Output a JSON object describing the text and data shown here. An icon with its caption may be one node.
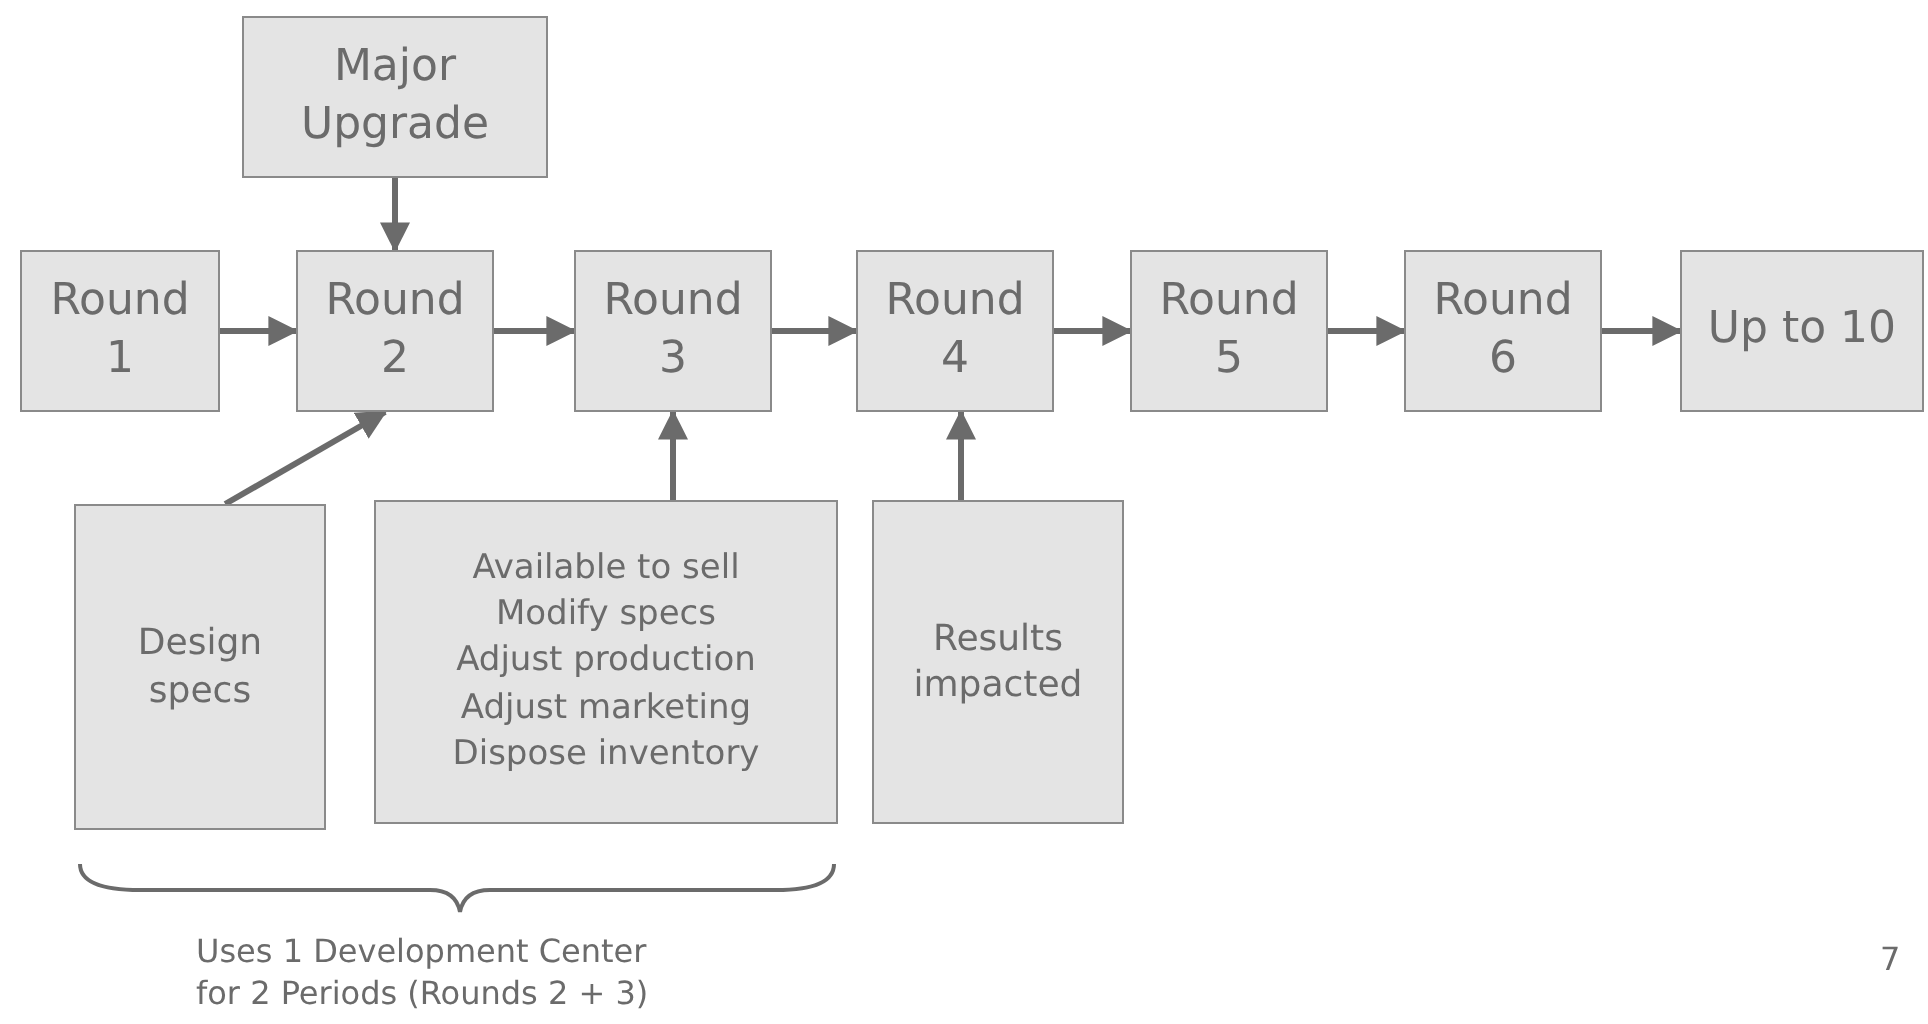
{
  "diagram": {
    "nodes": [
      {
        "text": [
          "Major Upgrade"
        ]
      },
      {
        "text": [
          "Round 1"
        ]
      },
      {
        "text": [
          "Round 2"
        ]
      },
      {
        "text": [
          "Round 3"
        ]
      },
      {
        "text": [
          "Round 4"
        ]
      },
      {
        "text": [
          "Round 5"
        ]
      },
      {
        "text": [
          "Round 6"
        ]
      },
      {
        "text": [
          "Up to 10"
        ]
      },
      {
        "text": [
          "Design specs"
        ]
      },
      {
        "text": [
          "Available to sell",
          "Modify specs",
          "Adjust production",
          "Adjust marketing",
          "Dispose inventory"
        ]
      },
      {
        "text": [
          "Results impacted"
        ]
      }
    ],
    "edges": [
      {
        "from": 1,
        "to": 2,
        "arrow": "to"
      },
      {
        "from": 2,
        "to": 3,
        "arrow": "to"
      },
      {
        "from": 3,
        "to": 4,
        "arrow": "to"
      },
      {
        "from": 4,
        "to": 5,
        "arrow": "to"
      },
      {
        "from": 5,
        "to": 6,
        "arrow": "to"
      },
      {
        "from": 6,
        "to": 7,
        "arrow": "to"
      },
      {
        "from": 0,
        "to": 2,
        "arrow": "to"
      },
      {
        "from": 8,
        "to": 2,
        "arrow": "to"
      },
      {
        "from": 9,
        "to": 3,
        "arrow": "to"
      },
      {
        "from": 10,
        "to": 4,
        "arrow": "to"
      }
    ],
    "labels": [
      "Uses 1 Development Center for 2 Periods (Rounds 2 + 3)",
      "7"
    ]
  }
}
